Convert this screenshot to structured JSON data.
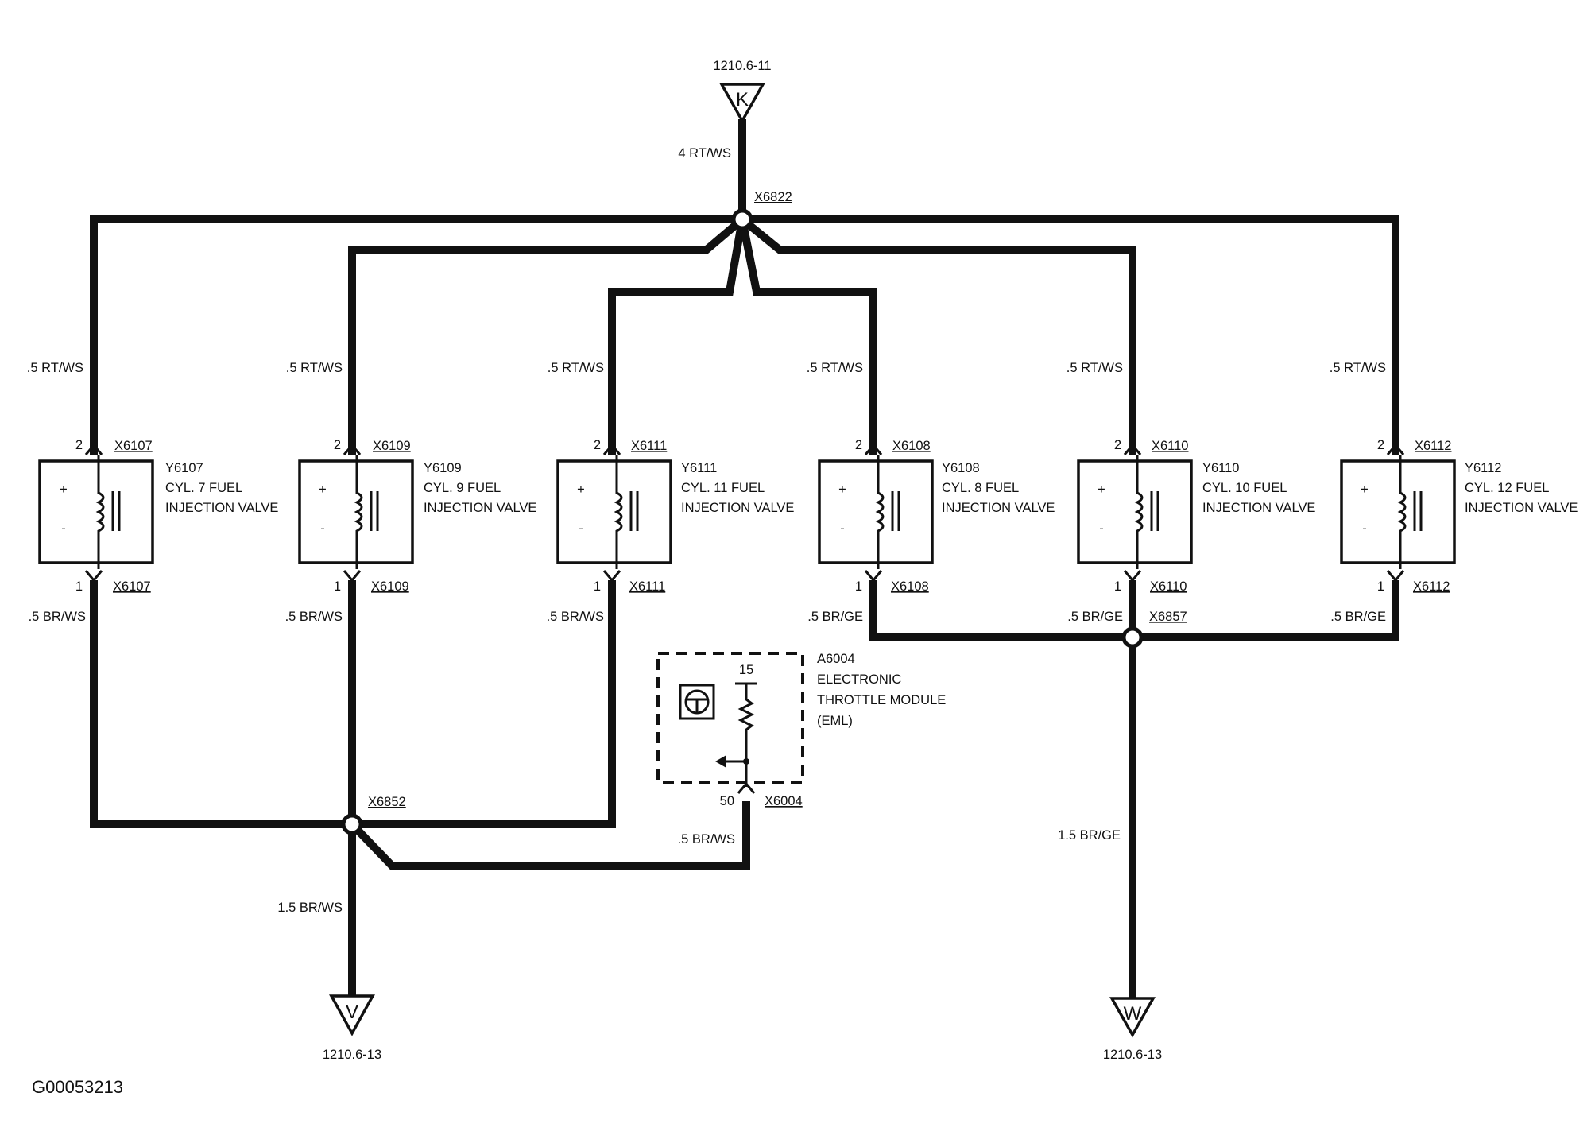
{
  "figure_id": "G00053213",
  "top_ref": {
    "sheet": "1210.6-11",
    "letter": "K",
    "wire": "4 RT/WS",
    "splice": "X6822"
  },
  "injectors": [
    {
      "id": "Y6107",
      "cyl": "CYL. 7 FUEL",
      "desc": "INJECTION VALVE",
      "connector": "X6107",
      "pin_top": "2",
      "pin_bot": "1",
      "wire_top": ".5 RT/WS",
      "wire_bot": ".5 BR/WS",
      "plus": "+",
      "minus": "-"
    },
    {
      "id": "Y6109",
      "cyl": "CYL. 9 FUEL",
      "desc": "INJECTION VALVE",
      "connector": "X6109",
      "pin_top": "2",
      "pin_bot": "1",
      "wire_top": ".5 RT/WS",
      "wire_bot": ".5 BR/WS",
      "plus": "+",
      "minus": "-"
    },
    {
      "id": "Y6111",
      "cyl": "CYL. 11 FUEL",
      "desc": "INJECTION VALVE",
      "connector": "X6111",
      "pin_top": "2",
      "pin_bot": "1",
      "wire_top": ".5 RT/WS",
      "wire_bot": ".5 BR/WS",
      "plus": "+",
      "minus": "-"
    },
    {
      "id": "Y6108",
      "cyl": "CYL. 8 FUEL",
      "desc": "INJECTION VALVE",
      "connector": "X6108",
      "pin_top": "2",
      "pin_bot": "1",
      "wire_top": ".5 RT/WS",
      "wire_bot": ".5 BR/GE",
      "plus": "+",
      "minus": "-"
    },
    {
      "id": "Y6110",
      "cyl": "CYL. 10 FUEL",
      "desc": "INJECTION VALVE",
      "connector": "X6110",
      "pin_top": "2",
      "pin_bot": "1",
      "wire_top": ".5 RT/WS",
      "wire_bot": ".5 BR/GE",
      "plus": "+",
      "minus": "-"
    },
    {
      "id": "Y6112",
      "cyl": "CYL. 12 FUEL",
      "desc": "INJECTION VALVE",
      "connector": "X6112",
      "pin_top": "2",
      "pin_bot": "1",
      "wire_top": ".5 RT/WS",
      "wire_bot": ".5 BR/GE",
      "plus": "+",
      "minus": "-"
    }
  ],
  "module": {
    "id": "A6004",
    "line1": "ELECTRONIC",
    "line2": "THROTTLE MODULE",
    "line3": "(EML)",
    "pin_top": "15",
    "pin_bot": "50",
    "connector": "X6004",
    "wire": ".5 BR/WS"
  },
  "splice_left": {
    "id": "X6852",
    "wire_out": "1.5 BR/WS",
    "letter": "V",
    "sheet": "1210.6-13"
  },
  "splice_right": {
    "id": "X6857",
    "wire_out": "1.5 BR/GE",
    "letter": "W",
    "sheet": "1210.6-13"
  }
}
